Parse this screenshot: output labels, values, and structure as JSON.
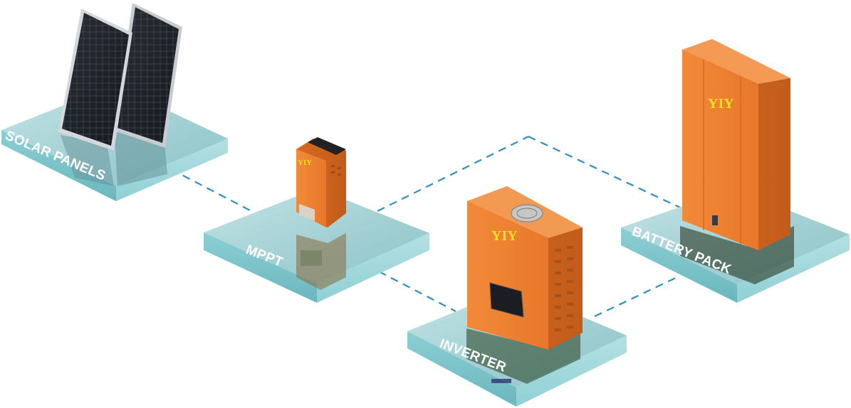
{
  "diagram": {
    "nodes": [
      {
        "id": "solar",
        "label": "SOLAR PANELS"
      },
      {
        "id": "mppt",
        "label": "MPPT",
        "brand": "YIY"
      },
      {
        "id": "inverter",
        "label": "INVERTER",
        "brand": "YIY"
      },
      {
        "id": "battery",
        "label": "BATTERY PACK",
        "brand": "YIY"
      }
    ],
    "connections": [
      {
        "from": "solar",
        "to": "mppt"
      },
      {
        "from": "mppt",
        "to": "battery"
      },
      {
        "from": "mppt",
        "to": "inverter"
      },
      {
        "from": "inverter",
        "to": "battery"
      }
    ]
  },
  "colors": {
    "connector": "#2e8fc4",
    "device_orange": "#ef8436",
    "brand_text": "#f6e11a",
    "platform_top": "#a9d3d6",
    "platform_side": "#7fc0c6"
  }
}
